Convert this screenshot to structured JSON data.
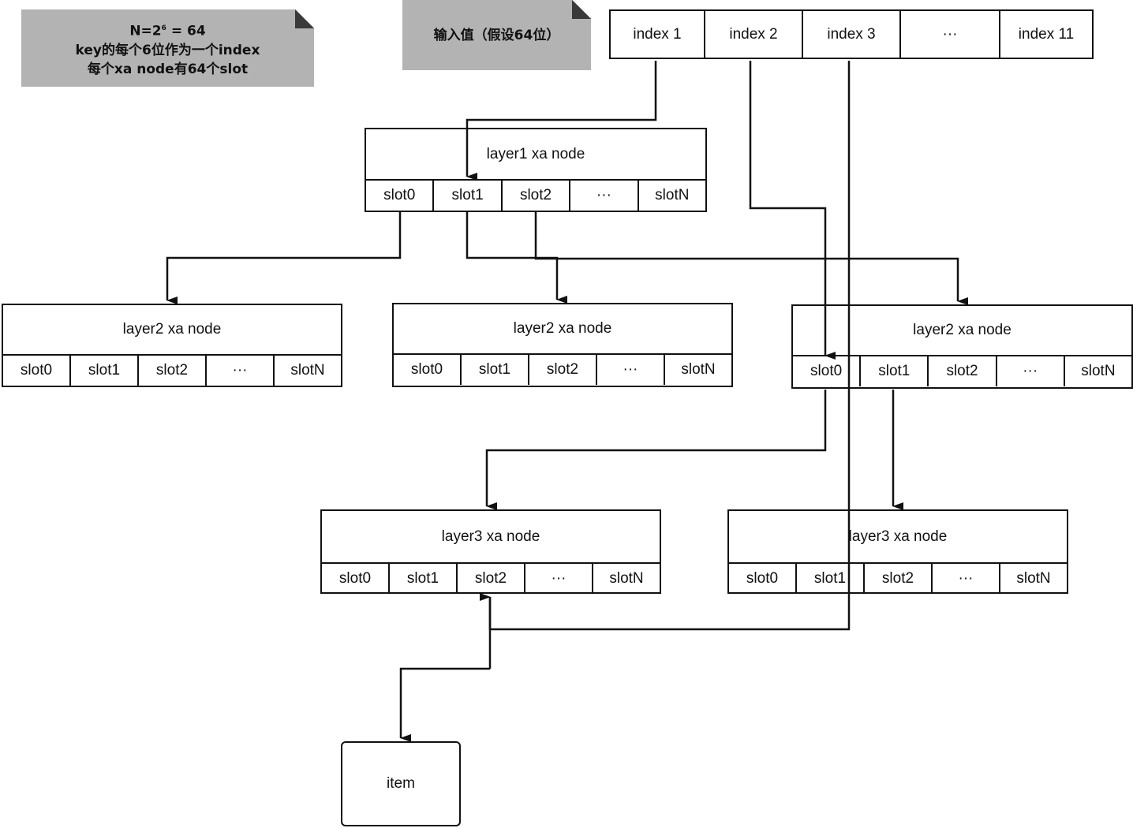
{
  "notes": {
    "params": {
      "formula_prefix": "N=2",
      "formula_exponent": "6",
      "formula_suffix": "= 64",
      "line2": "key的每个6位作为一个index",
      "line3": "每个xa  node有64个slot"
    },
    "input": {
      "label": "输入值（假设64位）"
    }
  },
  "key_indexes": [
    "index 1",
    "index 2",
    "index 3",
    "···",
    "index 11"
  ],
  "nodes": {
    "layer1": {
      "title": "layer1  xa  node",
      "slots": [
        "slot0",
        "slot1",
        "slot2",
        "···",
        "slotN"
      ]
    },
    "layer2_a": {
      "title": "layer2  xa  node",
      "slots": [
        "slot0",
        "slot1",
        "slot2",
        "···",
        "slotN"
      ]
    },
    "layer2_b": {
      "title": "layer2  xa  node",
      "slots": [
        "slot0",
        "slot1",
        "slot2",
        "···",
        "slotN"
      ]
    },
    "layer2_c": {
      "title": "layer2  xa  node",
      "slots": [
        "slot0",
        "slot1",
        "slot2",
        "···",
        "slotN"
      ]
    },
    "layer3_a": {
      "title": "layer3  xa  node",
      "slots": [
        "slot0",
        "slot1",
        "slot2",
        "···",
        "slotN"
      ]
    },
    "layer3_b": {
      "title": "layer3  xa  node",
      "slots": [
        "slot0",
        "slot1",
        "slot2",
        "···",
        "slotN"
      ]
    }
  },
  "item": {
    "label": "item"
  },
  "colors": {
    "note_bg": "#b3b3b3",
    "line": "#111111"
  }
}
